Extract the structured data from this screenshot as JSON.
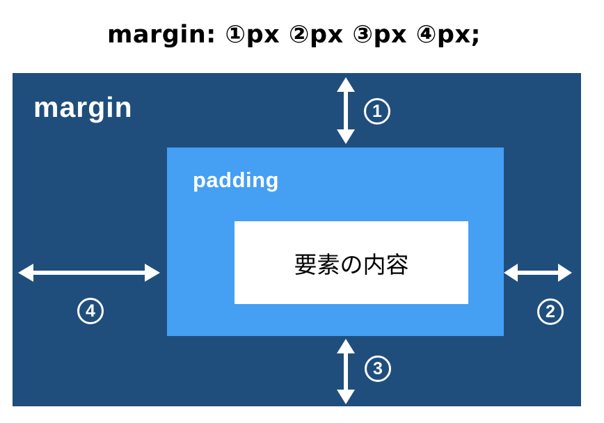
{
  "title": "margin: ①px ②px ③px ④px;",
  "diagram": {
    "margin_label": "margin",
    "padding_label": "padding",
    "content_label": "要素の内容",
    "markers": {
      "top": "1",
      "right": "2",
      "bottom": "3",
      "left": "4"
    },
    "colors": {
      "margin_bg": "#1f4e7d",
      "padding_bg": "#459ff3",
      "content_bg": "#ffffff",
      "arrow": "#ffffff",
      "title_text": "#000000"
    }
  }
}
